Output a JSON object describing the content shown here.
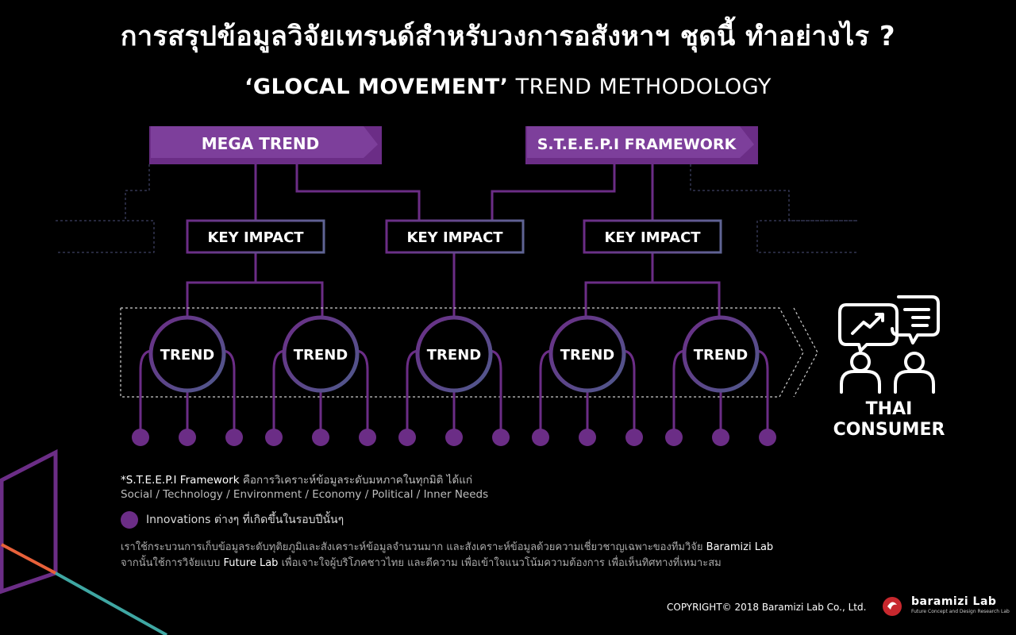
{
  "title": "การสรุปข้อมูลวิจัยเทรนด์สำหรับวงการอสังหาฯ ชุดนี้ ทำอย่างไร ?",
  "subtitle": {
    "bold": "‘GLOCAL MOVEMENT’",
    "rest": " TREND METHODOLOGY"
  },
  "sources": {
    "mega_trend": "MEGA TREND",
    "steepi": "S.T.E.E.P.I FRAMEWORK"
  },
  "key_impact": [
    "KEY IMPACT",
    "KEY IMPACT",
    "KEY IMPACT"
  ],
  "trends": [
    "TREND",
    "TREND",
    "TREND",
    "TREND",
    "TREND"
  ],
  "consumer": {
    "line1": "THAI",
    "line2": "CONSUMER",
    "icon": "consumer-discussion-icon"
  },
  "notes": {
    "framework_term": "*S.T.E.E.P.I Framework",
    "framework_desc": " คือการวิเคราะห์ข้อมูลระดับมหภาคในทุกมิติ ได้แก่",
    "framework_list": "Social / Technology / Environment / Economy / Political / Inner Needs"
  },
  "legend": "Innovations ต่างๆ ที่เกิดขึ้นในรอบปีนั้นๆ",
  "description": {
    "line1a": "เราใช้กระบวนการเก็บข้อมูลระดับทุติยภูมิและสังเคราะห์ข้อมูลจำนวนมาก และสังเคราะห์ข้อมูลด้วยความเชี่ยวชาญเฉพาะของทีมวิจัย ",
    "line1b": "Baramizi Lab",
    "line2a": "จากนั้นใช้การวิจัยแบบ ",
    "line2b": "Future Lab",
    "line2c": " เพื่อเจาะใจผู้บริโภคชาวไทย และตีความ เพื่อเข้าใจแนวโน้มความต้องการ เพื่อเห็นทิศทางที่เหมาะสม"
  },
  "copyright": "COPYRIGHT© 2018 Baramizi Lab Co., Ltd.",
  "brand": {
    "name": "baramizi Lab",
    "tagline": "Future Concept and Design Research Lab"
  },
  "colors": {
    "purple": "#6b2d86",
    "purple_light": "#7d3f9b",
    "slate": "#5d5f8c",
    "orange": "#e8613a",
    "teal": "#3fa7a3"
  }
}
